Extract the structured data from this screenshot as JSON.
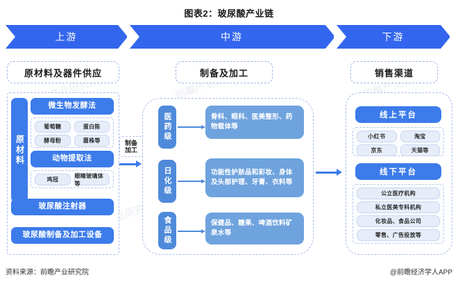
{
  "title": "图表2：玻尿酸产业链",
  "banner": {
    "stages": [
      {
        "label": "上游"
      },
      {
        "label": "中游"
      },
      {
        "label": "下游"
      }
    ]
  },
  "sections": {
    "upstream_header": "原材料及器件供应",
    "midstream_header": "制备及加工",
    "downstream_header": "销售渠道"
  },
  "upstream": {
    "raw_material_label": "原材料",
    "methods": [
      {
        "name": "微生物发酵法",
        "items": [
          "葡萄糖",
          "蛋白陈",
          "酵母粉",
          "菌株等"
        ]
      },
      {
        "name": "动物提取法",
        "items": [
          "鸡冠",
          "眼睛玻璃体等"
        ]
      }
    ],
    "devices": [
      "玻尿酸注射器",
      "玻尿酸制备及加工设备"
    ]
  },
  "connector": {
    "label_line1": "制备",
    "label_line2": "加工"
  },
  "midstream": {
    "grades": [
      {
        "grade": "医药级",
        "detail": "骨科、眼科、医美整形、药物载体等"
      },
      {
        "grade": "日化级",
        "detail": "功能性护肤品和彩妆、身体及头部护理、牙膏、衣料等"
      },
      {
        "grade": "食品级",
        "detail": "保健品、糖果、啤酒饮料矿泉水等"
      }
    ]
  },
  "downstream": {
    "channels": [
      {
        "name": "线上平台",
        "items": [
          "小红书",
          "淘宝",
          "京东",
          "天猫等"
        ]
      },
      {
        "name": "线下平台",
        "items": [
          "公立医疗机构",
          "私立医美专科机构",
          "化妆品、食品公司",
          "零售、广告投放等"
        ]
      }
    ]
  },
  "footer": {
    "source": "资料来源：前瞻产业研究院",
    "credit": "@前瞻经济学人APP"
  },
  "colors": {
    "banner_blue": "#3366ee",
    "box_blue": "#3c7bea",
    "grade_blue": "#4f8ada",
    "detail_blue": "#6fa3de",
    "chip_bg": "#e6edf9",
    "dash_border": "#a8bced"
  },
  "watermark": "前瞻产业研究院"
}
